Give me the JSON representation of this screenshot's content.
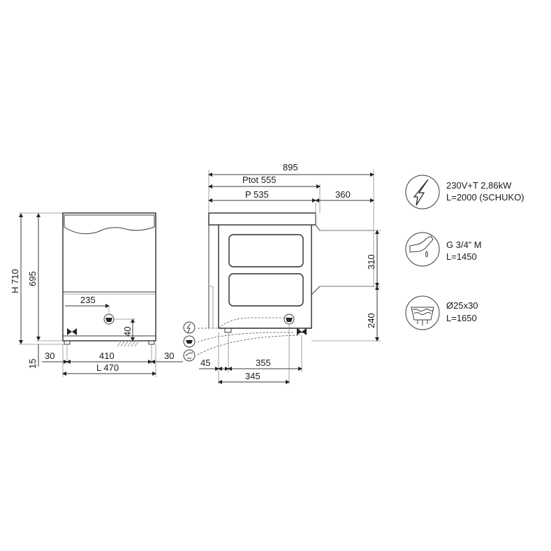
{
  "front_view": {
    "height_total": "H 710",
    "height_body": "695",
    "foot_height": "15",
    "drain_offset": "235",
    "drain_height": "40",
    "foot_left": "30",
    "foot_span": "410",
    "foot_right": "30",
    "width_total": "L 470"
  },
  "side_view": {
    "depth_open": "895",
    "depth_total": "Ptot 555",
    "depth_body": "P 535",
    "door_open": "360",
    "door_height": "310",
    "connection_height": "240",
    "rear_offset": "45",
    "foot_depth": "355",
    "connection_depth": "345"
  },
  "specs": [
    {
      "icon": "lightning-icon",
      "line1": "230V+T 2,86kW",
      "line2": "L=2000 (SCHUKO)"
    },
    {
      "icon": "water-tap-icon",
      "line1": "G 3/4” M",
      "line2": "L=1450"
    },
    {
      "icon": "drain-icon",
      "line1": "Ø25x30",
      "line2": "L=1650"
    }
  ]
}
